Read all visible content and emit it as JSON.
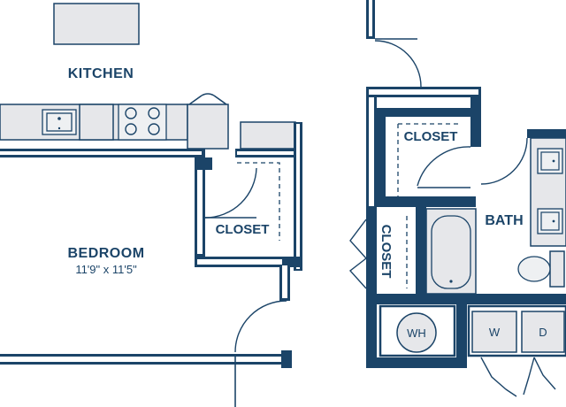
{
  "rooms": {
    "kitchen": {
      "label": "KITCHEN"
    },
    "bedroom": {
      "label": "BEDROOM",
      "dimensions": "11'9\" x 11'5\""
    },
    "bedroom_closet": {
      "label": "CLOSET"
    },
    "upper_closet": {
      "label": "CLOSET"
    },
    "hall_closet": {
      "label": "CLOSET"
    },
    "bath": {
      "label": "BATH"
    }
  },
  "appliances": {
    "water_heater": "WH",
    "washer": "W",
    "dryer": "D"
  },
  "colors": {
    "wall": "#1b4468",
    "fixture_fill": "#e6e7ea",
    "background": "#ffffff"
  }
}
